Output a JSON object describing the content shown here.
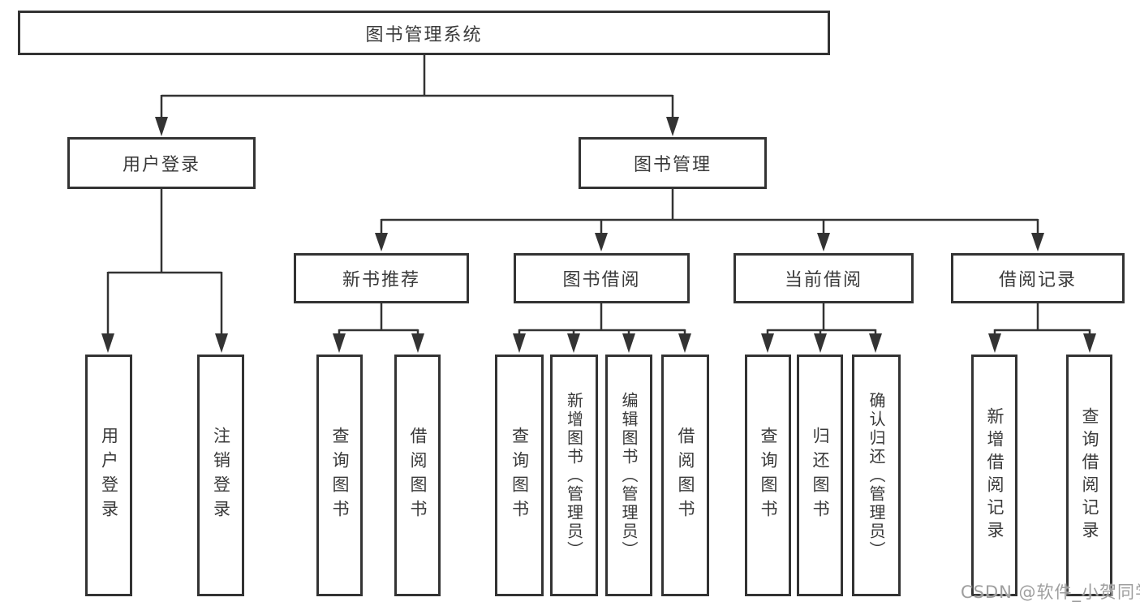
{
  "diagram": {
    "root": {
      "label": "图书管理系统"
    },
    "level2": [
      {
        "label": "用户登录"
      },
      {
        "label": "图书管理"
      }
    ],
    "level3": [
      {
        "label": "新书推荐"
      },
      {
        "label": "图书借阅"
      },
      {
        "label": "当前借阅"
      },
      {
        "label": "借阅记录"
      }
    ],
    "leaves": {
      "user_login": [
        {
          "label": "用户登录"
        },
        {
          "label": "注销登录"
        }
      ],
      "new_book": [
        {
          "label": "查询图书"
        },
        {
          "label": "借阅图书"
        }
      ],
      "book_borrow": [
        {
          "label": "查询图书"
        },
        {
          "label": "新增图书（管理员）"
        },
        {
          "label": "编辑图书（管理员）"
        },
        {
          "label": "借阅图书"
        }
      ],
      "current_borrow": [
        {
          "label": "查询图书"
        },
        {
          "label": "归还图书"
        },
        {
          "label": "确认归还（管理员）"
        }
      ],
      "borrow_records": [
        {
          "label": "新增借阅记录"
        },
        {
          "label": "查询借阅记录"
        }
      ]
    },
    "watermark": "CSDN @软件_小贺同学",
    "colors": {
      "line": "#333333",
      "border": "#333333",
      "text": "#3a3a3a",
      "watermark": "#9e9e9e",
      "background": "#ffffff"
    }
  }
}
